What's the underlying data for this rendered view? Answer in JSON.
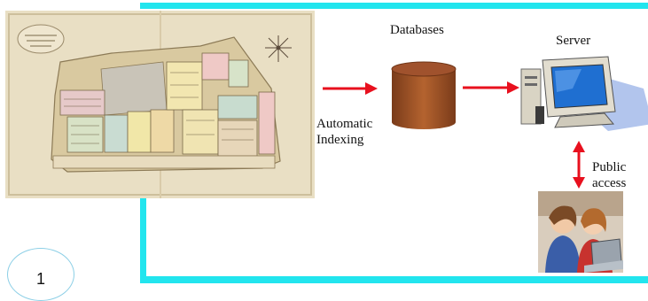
{
  "labels": {
    "databases": "Databases",
    "server": "Server",
    "automatic_indexing_line1": "Automatic",
    "automatic_indexing_line2": "Indexing",
    "public_access_line1": "Public",
    "public_access_line2": "access"
  },
  "slide_number": "1",
  "colors": {
    "frame": "#22e5ee",
    "arrow": "#e8101e",
    "database": "#a0522d",
    "screen": "#1f6fd1"
  },
  "icons": [
    "historical-map",
    "database-cylinder",
    "desktop-computer",
    "users-at-laptop"
  ]
}
